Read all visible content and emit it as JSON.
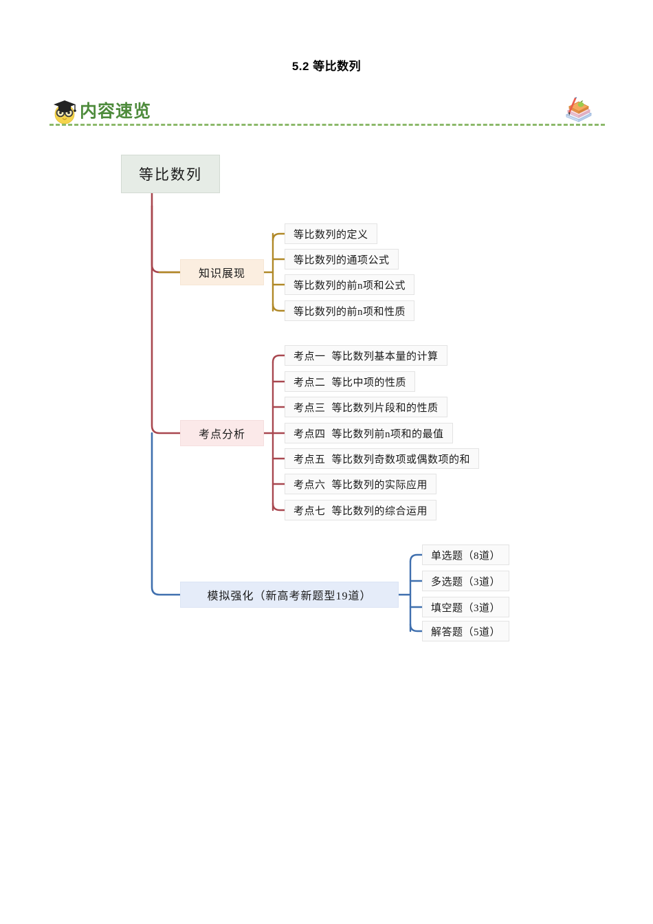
{
  "document": {
    "title": "5.2 等比数列"
  },
  "section_header": {
    "title": "内容速览",
    "left_icon": "graduate-owl-emoji",
    "right_icon": "books-stack-icon",
    "accent_color": "#4e8b3c",
    "divider_color": "#8cb96a"
  },
  "mindmap": {
    "root": {
      "label": "等比数列",
      "bg_color": "#e6ece6"
    },
    "branches": [
      {
        "label": "知识展现",
        "bg_color": "#fbeee0",
        "line_color": "#b08827",
        "children": [
          {
            "label": "等比数列的定义"
          },
          {
            "label": "等比数列的通项公式"
          },
          {
            "label": "等比数列的前n项和公式"
          },
          {
            "label": "等比数列的前n项和性质"
          }
        ]
      },
      {
        "label": "考点分析",
        "bg_color": "#fbe9e9",
        "line_color": "#a8474f",
        "children": [
          {
            "index": "考点一",
            "label": "等比数列基本量的计算"
          },
          {
            "index": "考点二",
            "label": "等比中项的性质"
          },
          {
            "index": "考点三",
            "label": "等比数列片段和的性质"
          },
          {
            "index": "考点四",
            "label": "等比数列前n项和的最值"
          },
          {
            "index": "考点五",
            "label": "等比数列奇数项或偶数项的和"
          },
          {
            "index": "考点六",
            "label": "等比数列的实际应用"
          },
          {
            "index": "考点七",
            "label": "等比数列的综合运用"
          }
        ]
      },
      {
        "label": "模拟强化（新高考新题型19道）",
        "bg_color": "#e5ecf9",
        "line_color": "#3f6fae",
        "children": [
          {
            "label": "单选题（8道）"
          },
          {
            "label": "多选题（3道）"
          },
          {
            "label": "填空题（3道）"
          },
          {
            "label": "解答题（5道）"
          }
        ]
      }
    ]
  }
}
